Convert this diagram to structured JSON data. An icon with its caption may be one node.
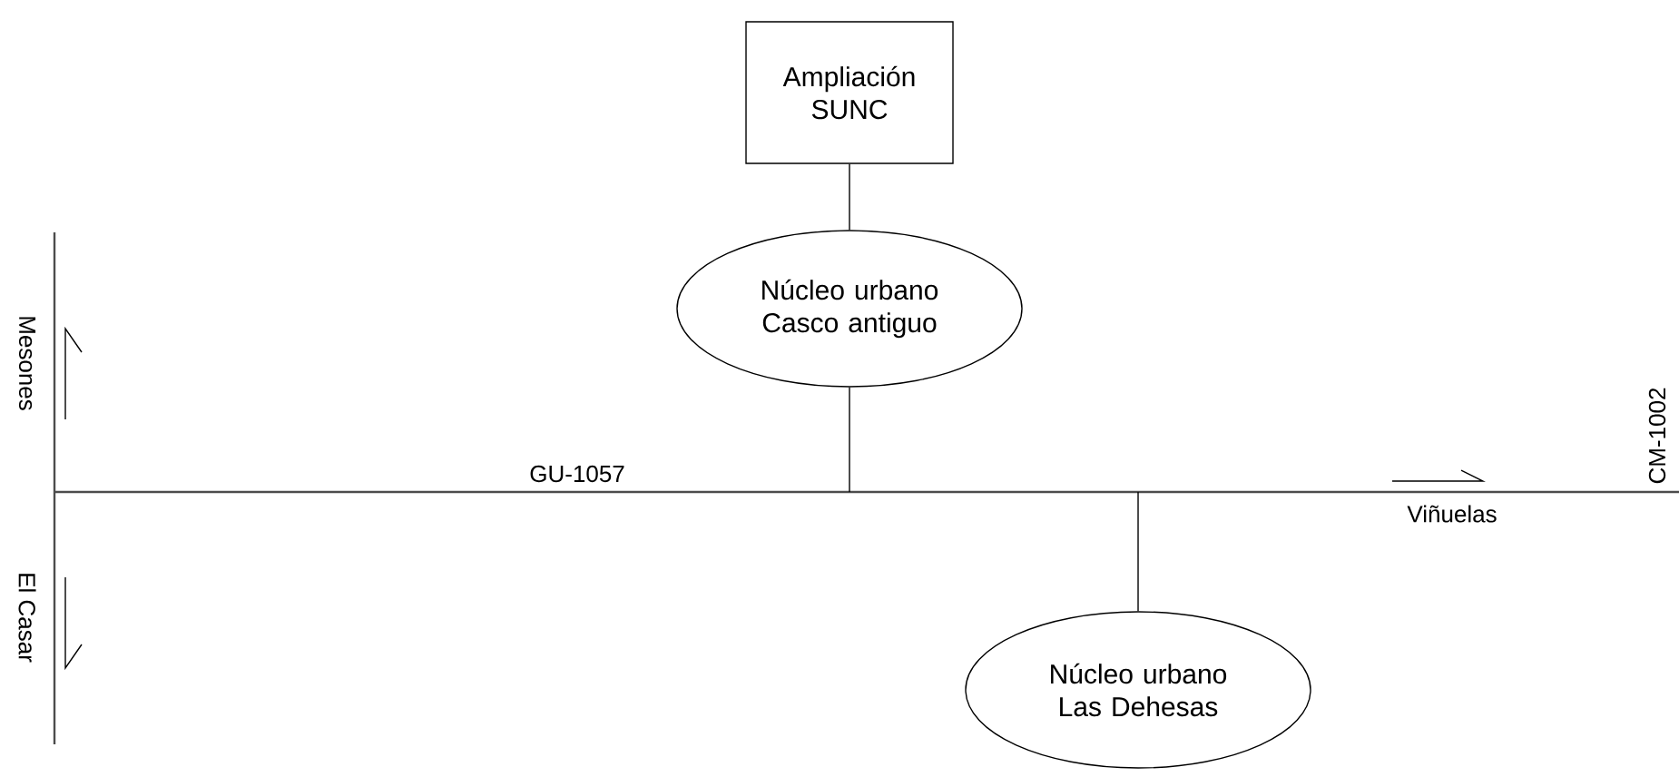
{
  "diagram": {
    "nodes": [
      {
        "text": [
          "Ampliación SUNC"
        ]
      },
      {
        "text": [
          "Núcleo urbano Casco antiguo"
        ]
      },
      {
        "text": [
          "Núcleo urbano Las Dehesas"
        ]
      }
    ],
    "edges": [
      {
        "from": 0,
        "to": 1,
        "arrow": "none"
      },
      {
        "from": 1,
        "to": null,
        "arrow": "none"
      },
      {
        "from": 2,
        "to": null,
        "arrow": "none"
      }
    ],
    "labels": [
      "Mesones",
      "GU-1057",
      "CM-1002",
      "Viñuelas",
      "El Casar"
    ]
  }
}
